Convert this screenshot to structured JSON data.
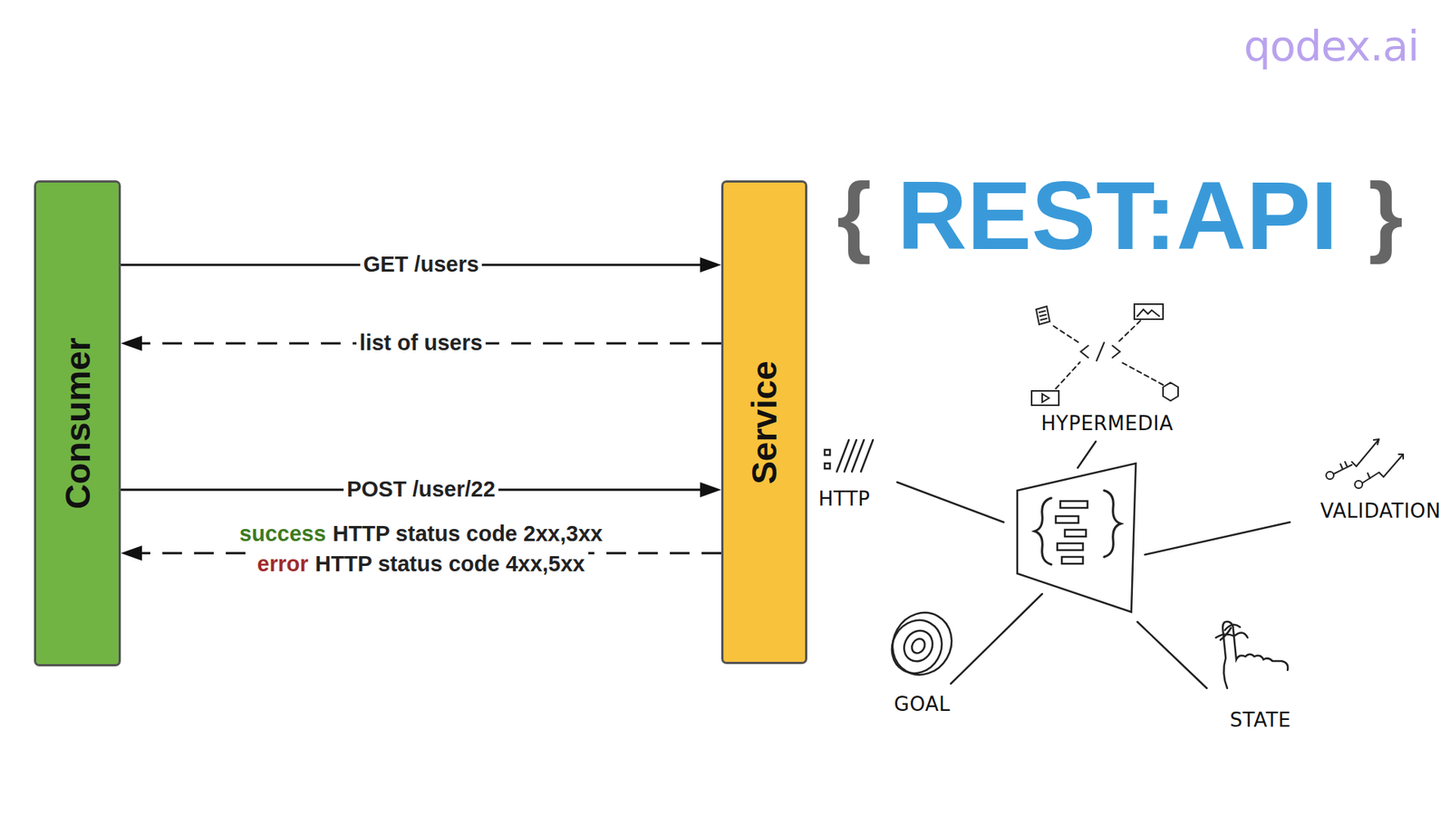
{
  "diagram": {
    "title": "REST:API",
    "nodes": [
      {
        "text": [
          "Consumer"
        ]
      },
      {
        "text": [
          "Service"
        ]
      }
    ],
    "edges": [
      {
        "from": 0,
        "to": 1,
        "arrow": "to",
        "label": "GET  /users"
      },
      {
        "from": 1,
        "to": 0,
        "arrow": "to",
        "label": "list of users"
      },
      {
        "from": 0,
        "to": 1,
        "arrow": "to",
        "label": "POST /user/22"
      },
      {
        "from": 1,
        "to": 0,
        "arrow": "to",
        "label": "HTTP status code 2xx,3xx"
      }
    ],
    "labels": [
      "qodex.ai",
      "{",
      "}",
      "HYPERMEDIA",
      "HTTP",
      "VALIDATION",
      "GOAL",
      "STATE",
      "success",
      "error",
      "HTTP status code 4xx,5xx"
    ]
  }
}
